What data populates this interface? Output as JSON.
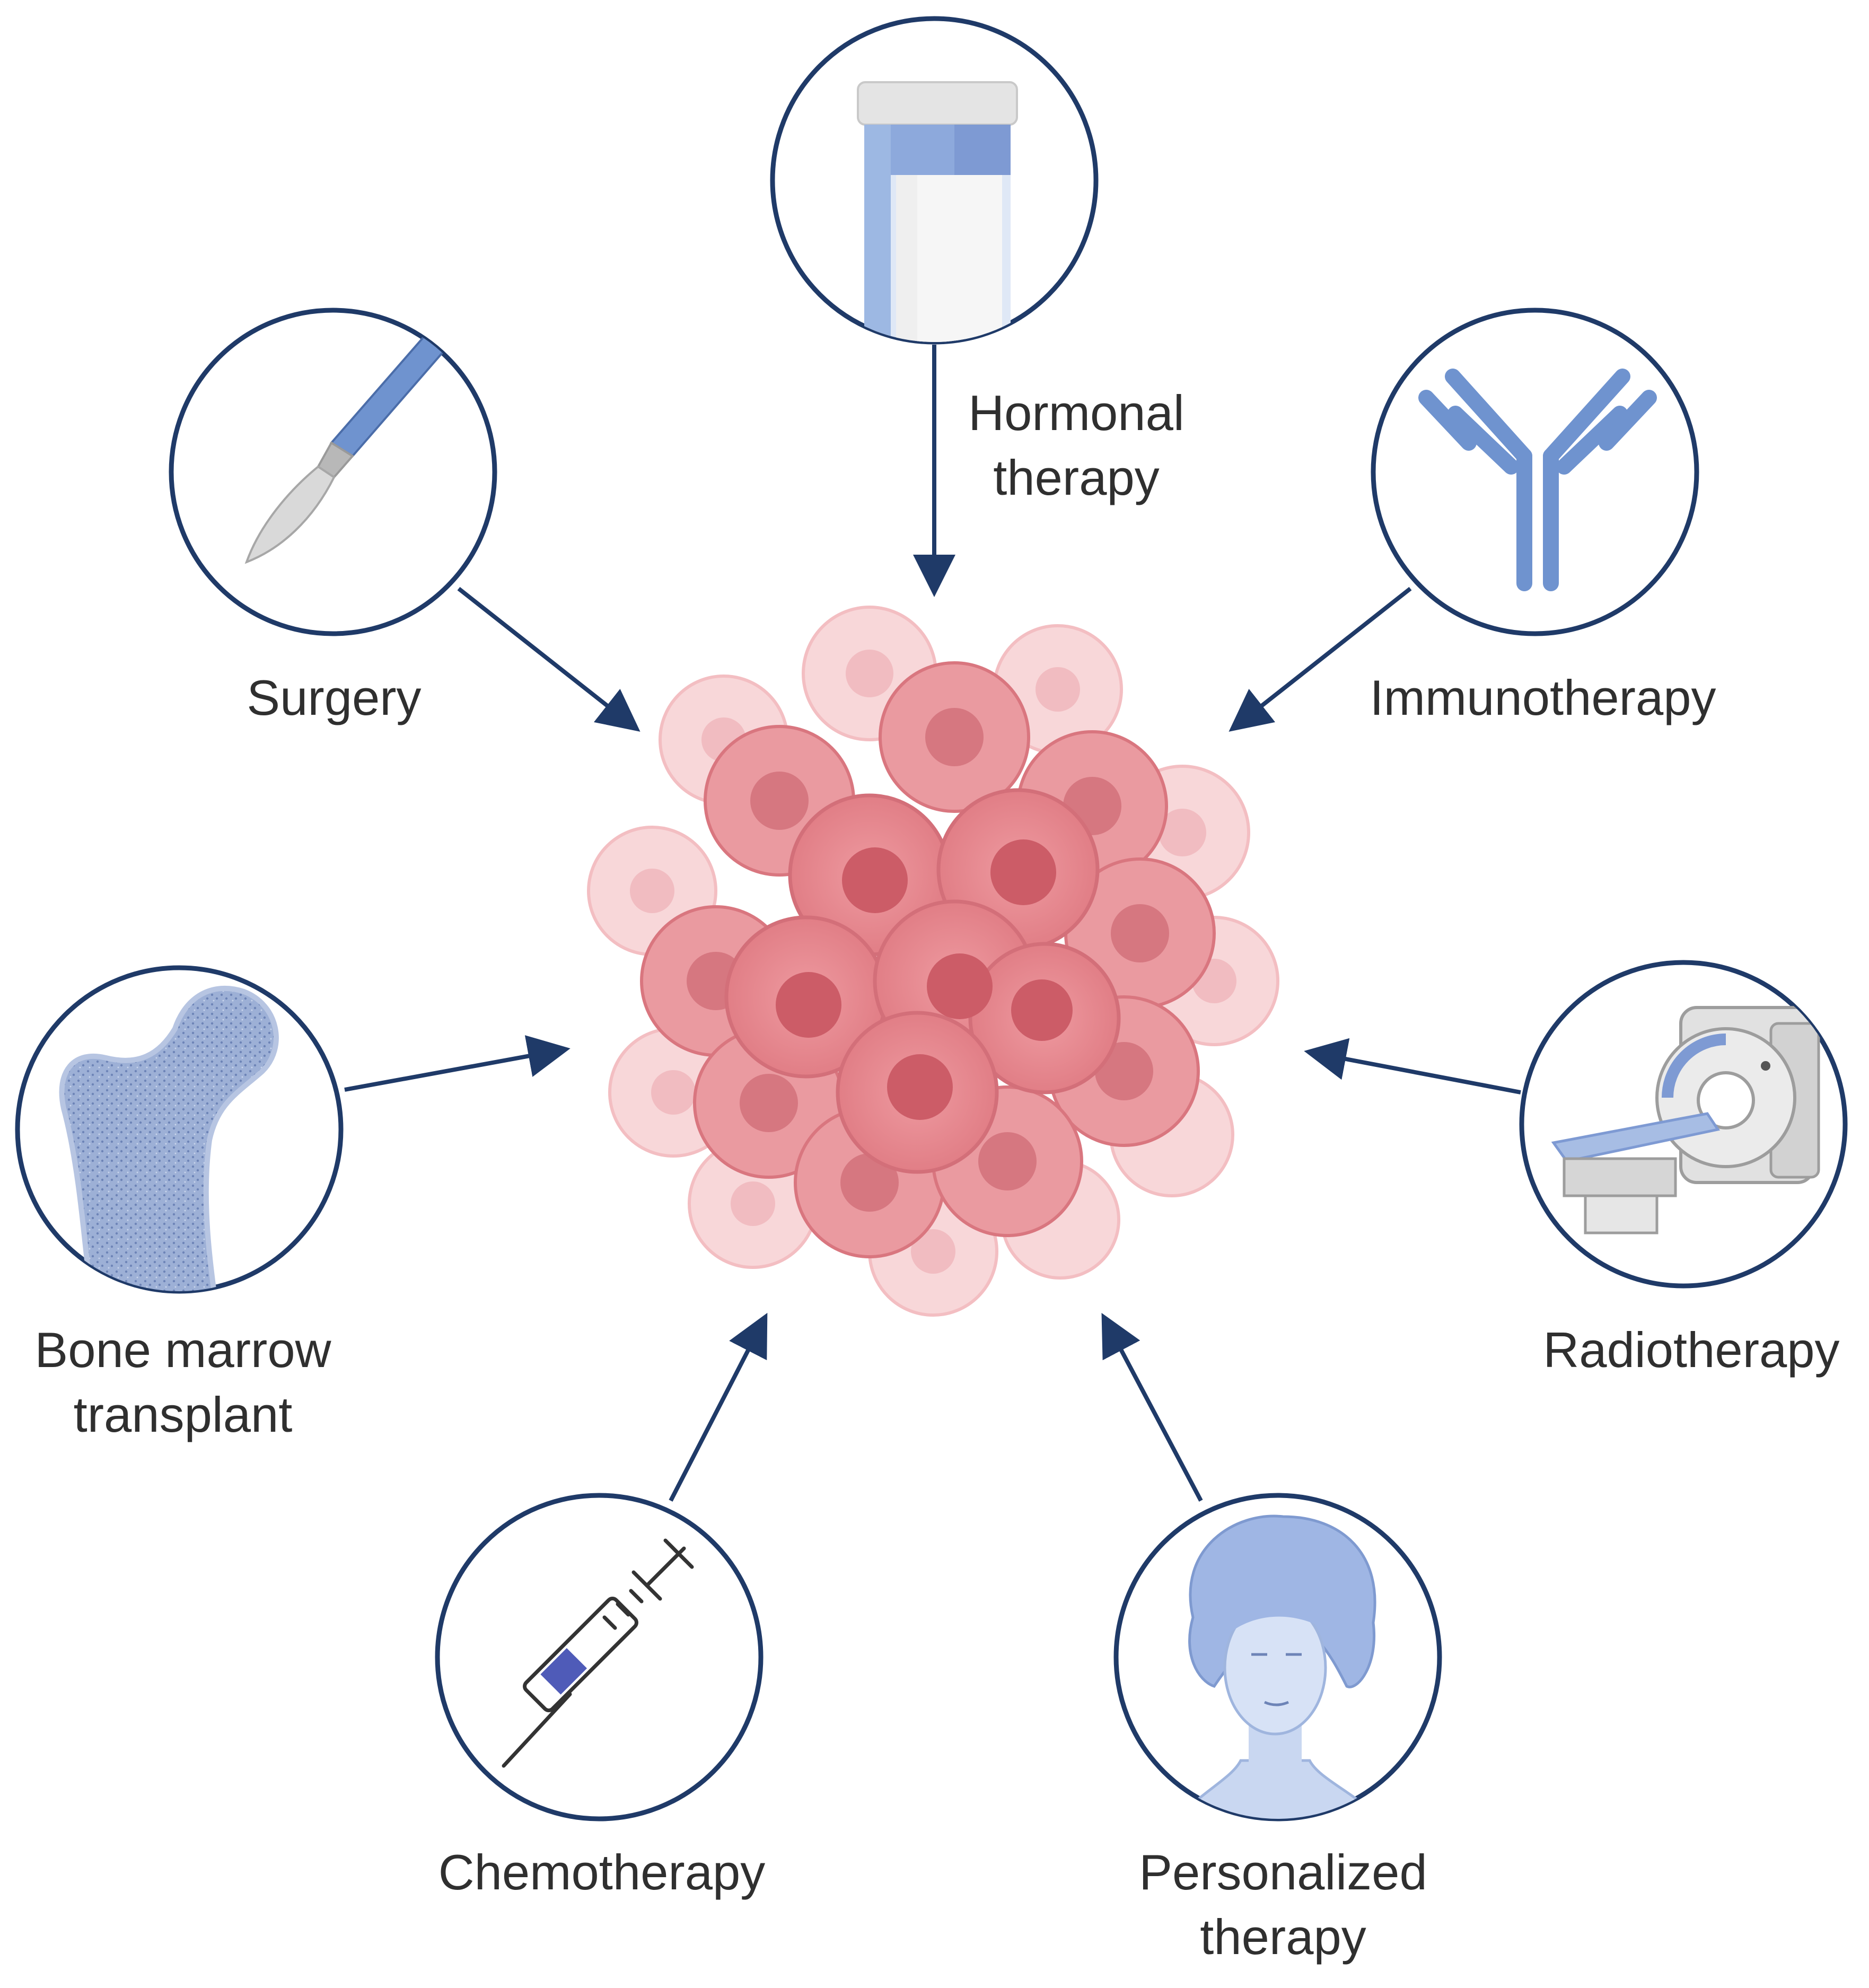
{
  "colors": {
    "ring": "#1f3a68",
    "arrow": "#1f3a68",
    "icon_blue": "#6f93cf",
    "icon_light": "#a9c0e6",
    "cell_dark": "#e37c84",
    "cell_light": "#f6c3c6",
    "nucleus": "#cf5c67",
    "text": "#2f2f2f"
  },
  "center": {
    "name": "tumor-cell-cluster"
  },
  "therapies": [
    {
      "id": "hormonal-therapy",
      "icon": "pill-bottle-icon",
      "lines": [
        "Hormonal",
        "therapy"
      ]
    },
    {
      "id": "surgery",
      "icon": "scalpel-icon",
      "lines": [
        "Surgery"
      ]
    },
    {
      "id": "immunotherapy",
      "icon": "antibody-icon",
      "lines": [
        "Immunotherapy"
      ]
    },
    {
      "id": "bone-marrow-transplant",
      "icon": "femur-bone-icon",
      "lines": [
        "Bone marrow",
        "transplant"
      ]
    },
    {
      "id": "radiotherapy",
      "icon": "mri-scanner-icon",
      "lines": [
        "Radiotherapy"
      ]
    },
    {
      "id": "chemotherapy",
      "icon": "syringe-icon",
      "lines": [
        "Chemotherapy"
      ]
    },
    {
      "id": "personalized-therapy",
      "icon": "patient-face-icon",
      "lines": [
        "Personalized",
        "therapy"
      ]
    }
  ]
}
